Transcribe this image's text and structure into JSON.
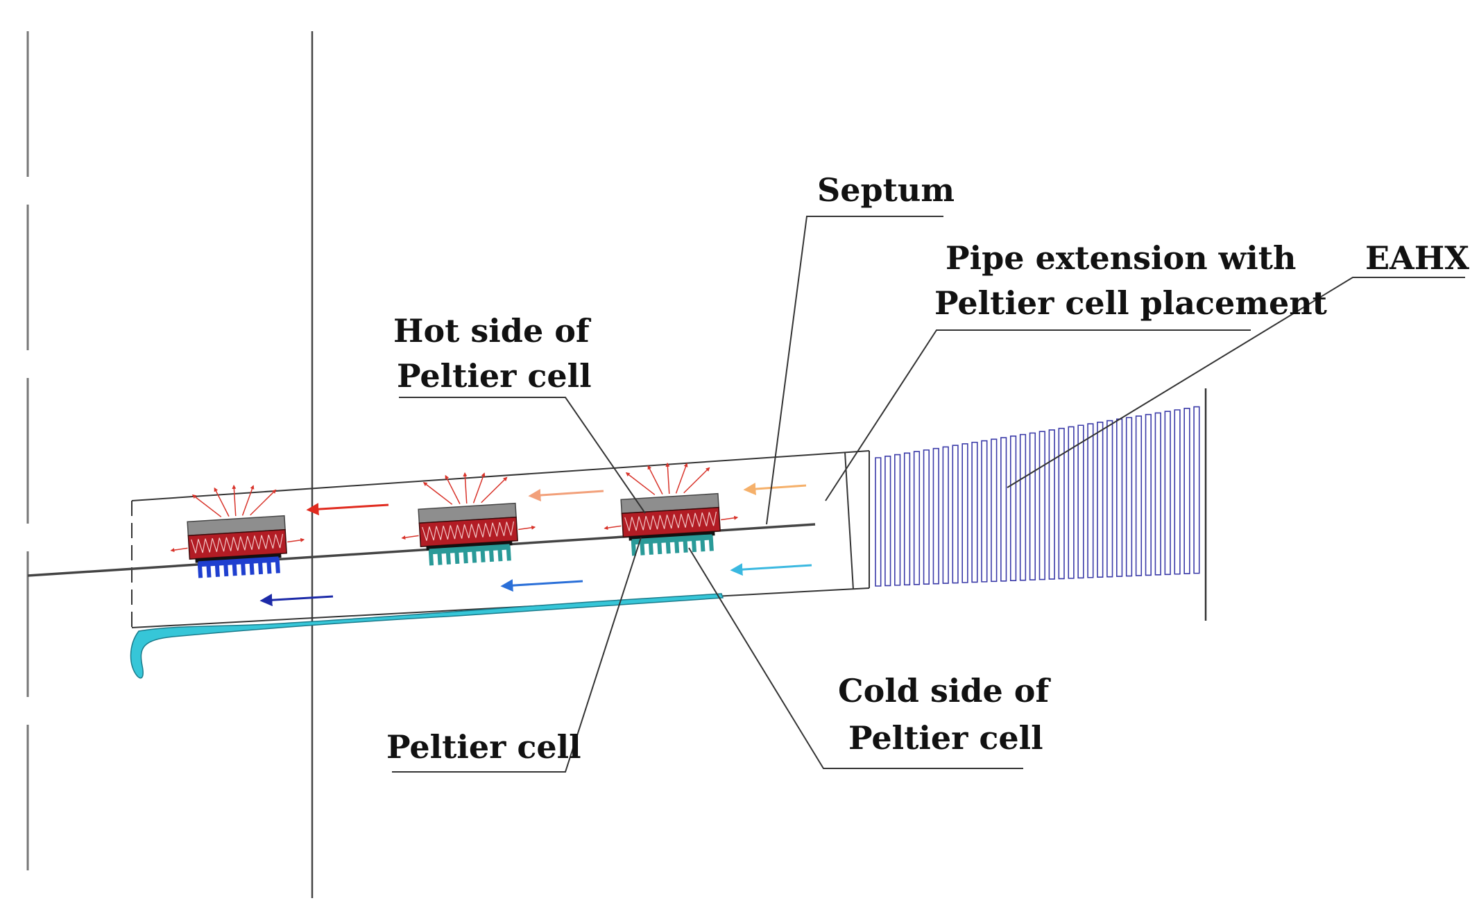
{
  "labels": {
    "septum": "Septum",
    "pipe_extension_line1": "Pipe extension with",
    "pipe_extension_line2": "Peltier cell placement",
    "eahx": "EAHX",
    "hot_side_line1": "Hot side of",
    "hot_side_line2": "Peltier cell",
    "peltier_cell": "Peltier cell",
    "cold_side_line1": "Cold side of",
    "cold_side_line2": "Peltier cell"
  },
  "colors": {
    "hot_block": "#b21c24",
    "hot_plate": "#8e8e8e",
    "cold_sink_1": "#1f3fcf",
    "cold_sink_2": "#2a9a98",
    "condensate": "#36c6d8",
    "eahx_pipe": "#3a3aa8",
    "arrow_hot_1": "#e02a1e",
    "arrow_hot_2": "#f2a07a",
    "arrow_hot_3": "#f5b06a",
    "arrow_cold_1": "#1c2aa8",
    "arrow_cold_2": "#2a6fd8",
    "arrow_cold_3": "#3ab8e0"
  }
}
